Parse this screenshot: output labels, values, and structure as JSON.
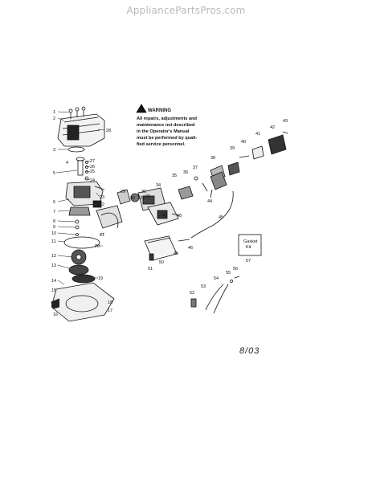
{
  "watermark": "AppliancePartsPros.com",
  "warning": {
    "title": "WARNING",
    "lines": [
      "All repairs, adjustments and",
      "maintenance not described",
      "in the Operator's Manual",
      "must be performed by quali-",
      "fied service personnel."
    ]
  },
  "gasket_kit": [
    "Gasket",
    "Kit"
  ],
  "date": "8/03",
  "part_numbers": [
    "1",
    "2",
    "3",
    "4",
    "5",
    "6",
    "7",
    "8",
    "9",
    "10",
    "11",
    "12",
    "13",
    "14",
    "15",
    "16",
    "17",
    "18",
    "19",
    "20",
    "21",
    "22",
    "23",
    "24",
    "25",
    "26",
    "27",
    "28",
    "29",
    "30",
    "31",
    "32",
    "33",
    "34",
    "35",
    "36",
    "37",
    "38",
    "39",
    "40",
    "41",
    "42",
    "43",
    "44",
    "45",
    "46",
    "47",
    "48",
    "49",
    "50",
    "51",
    "52",
    "53",
    "54",
    "55",
    "56",
    "57"
  ]
}
